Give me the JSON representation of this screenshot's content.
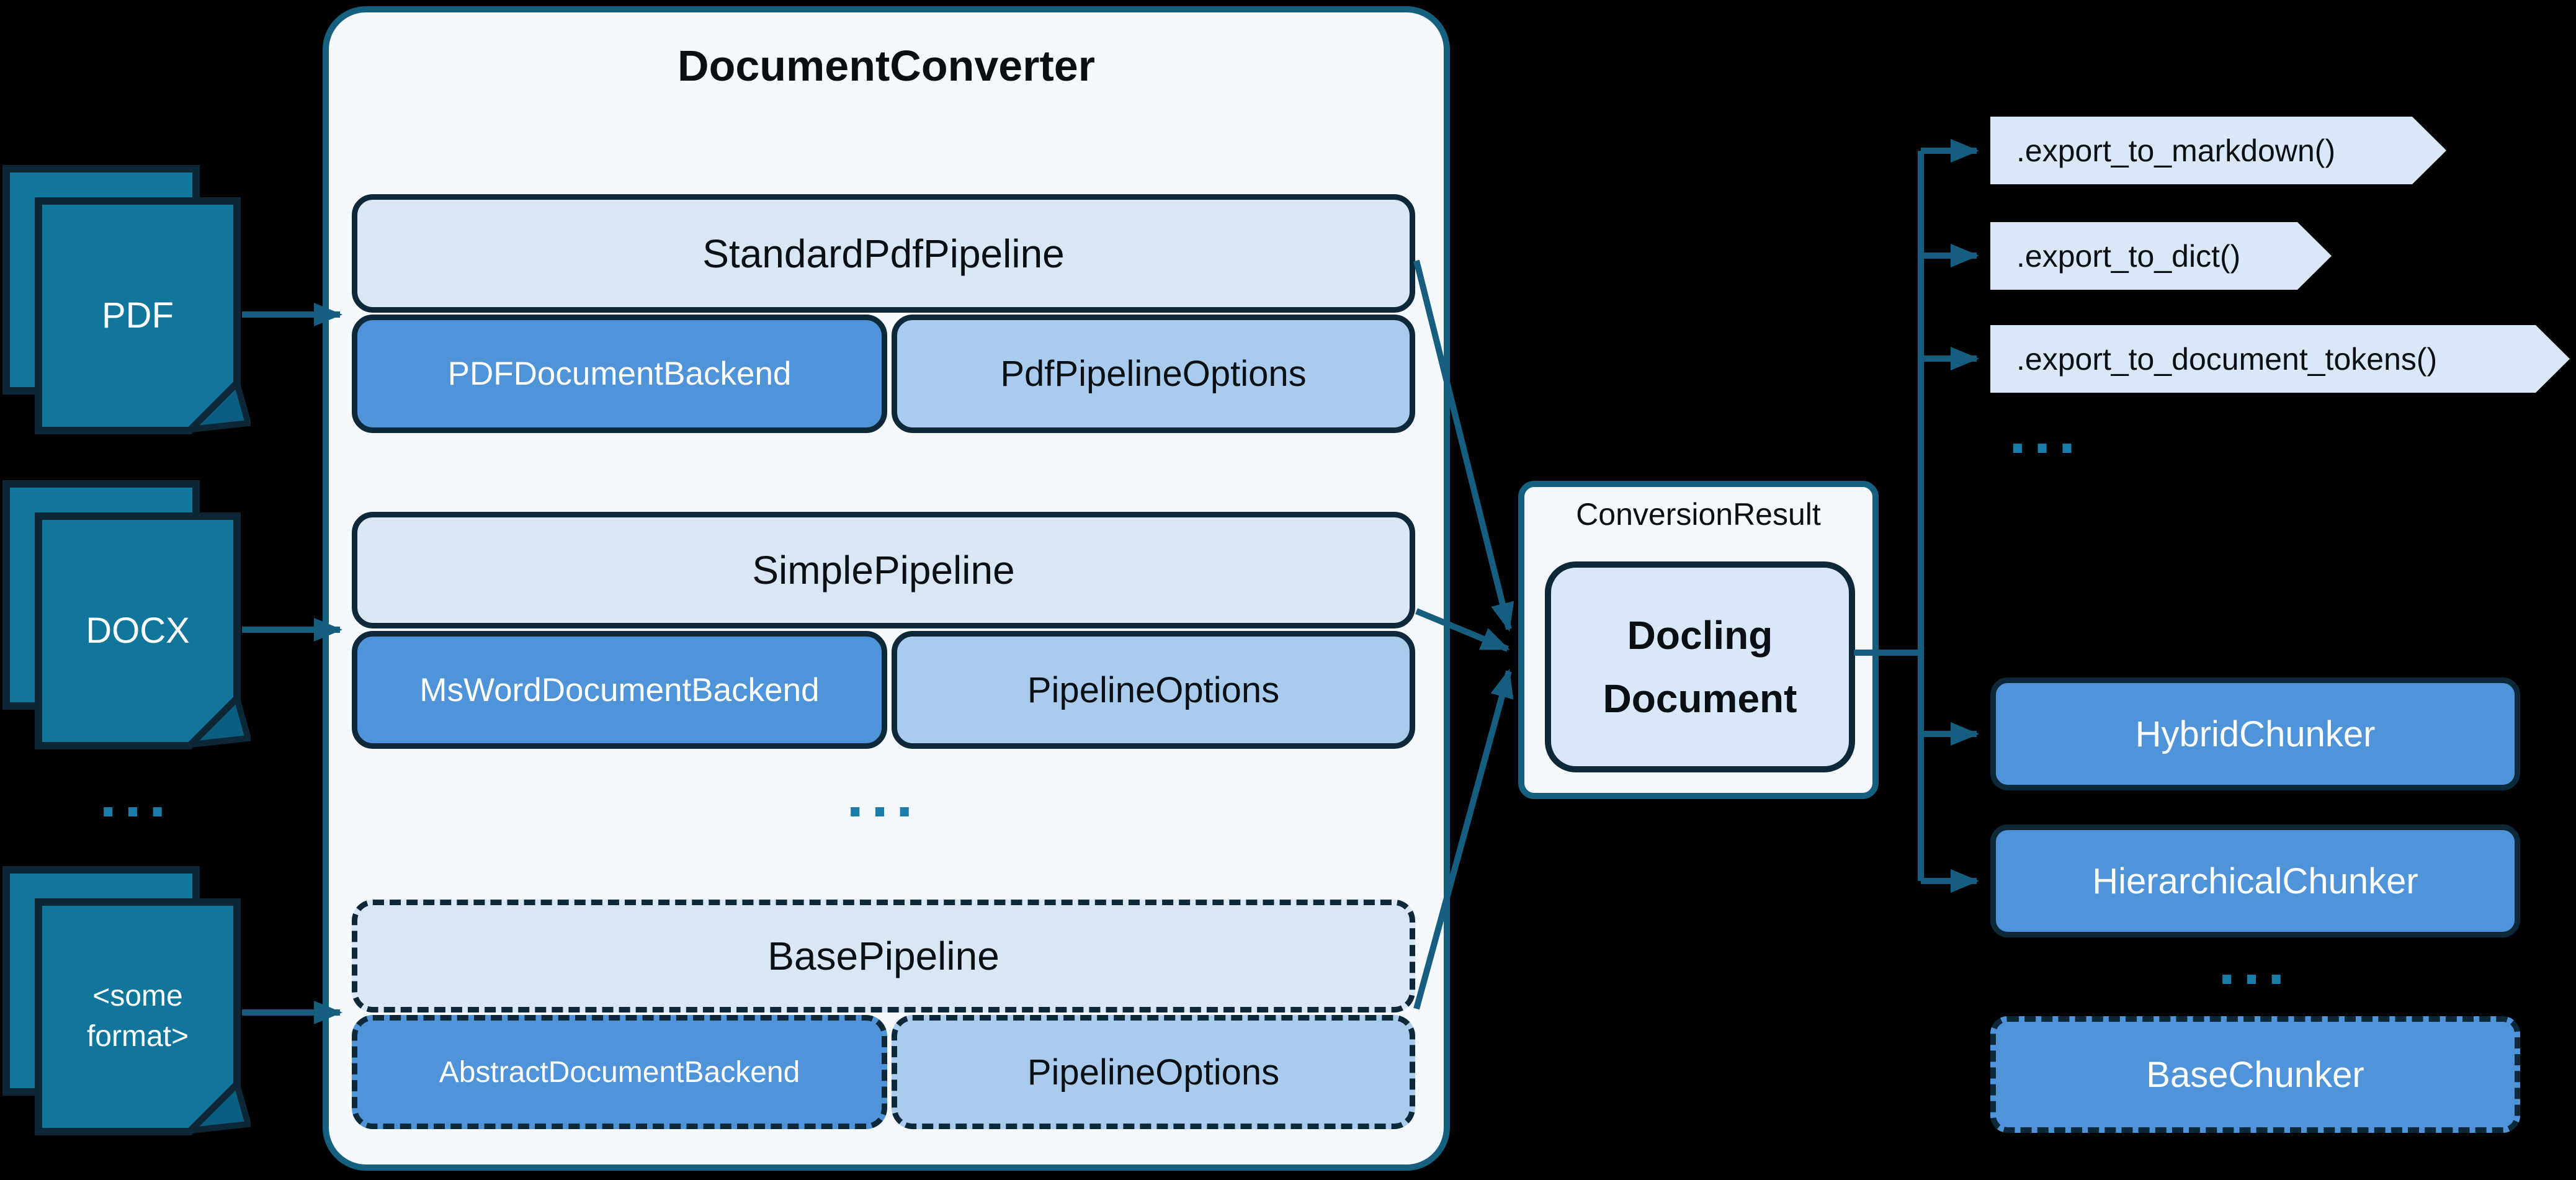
{
  "diagram_title": "DocumentConverter",
  "colors": {
    "background": "#000000",
    "doc_icon_fill": "#11769b",
    "doc_icon_border": "#0d2737",
    "outer_box_fill": "#f5f8fd",
    "outer_box_border": "#16607f",
    "pipeline_fill": "#d9e6f4",
    "backend_fill": "#4f93d9",
    "options_fill": "#a9cbee",
    "box_border": "#0d2939",
    "result_fill": "#f5f9fd",
    "docling_fill": "#d9e8f8",
    "export_fill": "#d9e7f6",
    "chunker_fill": "#4f93d9",
    "arrow_line": "#165e80",
    "ellipsis_dots": "#1a7ca8"
  },
  "inputs": [
    {
      "label": "PDF"
    },
    {
      "label": "DOCX"
    },
    {
      "label_line1": "<some",
      "label_line2": "format>"
    }
  ],
  "ellipsis": "...",
  "converter": {
    "title": "DocumentConverter",
    "pipelines": [
      {
        "name": "StandardPdfPipeline",
        "backend": "PDFDocumentBackend",
        "options": "PdfPipelineOptions",
        "dashed": false
      },
      {
        "name": "SimplePipeline",
        "backend": "MsWordDocumentBackend",
        "options": "PipelineOptions",
        "dashed": false
      },
      {
        "name": "BasePipeline",
        "backend": "AbstractDocumentBackend",
        "options": "PipelineOptions",
        "dashed": true
      }
    ]
  },
  "result": {
    "label": "ConversionResult",
    "document_line1": "Docling",
    "document_line2": "Document"
  },
  "exports": [
    {
      "label": ".export_to_markdown()"
    },
    {
      "label": ".export_to_dict()"
    },
    {
      "label": ".export_to_document_tokens()"
    }
  ],
  "chunkers": [
    {
      "label": "HybridChunker",
      "dashed": false
    },
    {
      "label": "HierarchicalChunker",
      "dashed": false
    },
    {
      "label": "BaseChunker",
      "dashed": true
    }
  ]
}
